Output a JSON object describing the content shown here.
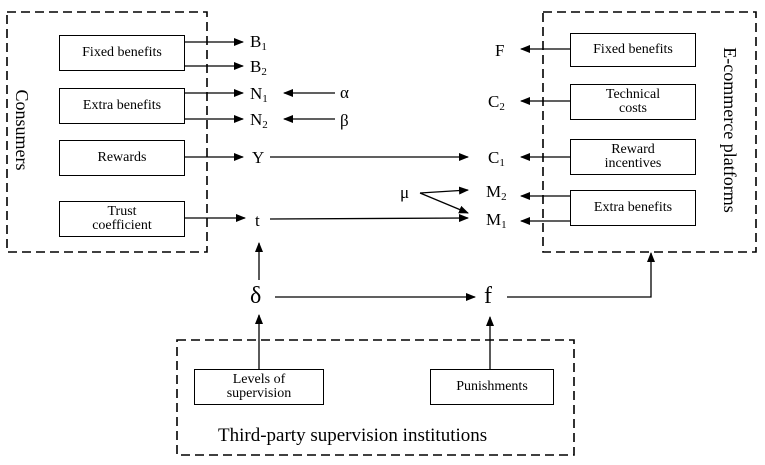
{
  "consumers": {
    "title": "Consumers",
    "boxes": {
      "fixed_benefits": "Fixed benefits",
      "extra_benefits": "Extra benefits",
      "rewards": "Rewards",
      "trust_line1": "Trust",
      "trust_line2": "coefficient"
    }
  },
  "platforms": {
    "title": "E-commerce platforms",
    "boxes": {
      "fixed_benefits": "Fixed benefits",
      "tech_line1": "Technical",
      "tech_line2": "costs",
      "reward_line1": "Reward",
      "reward_line2": "incentives",
      "extra_benefits": "Extra benefits"
    }
  },
  "supervision": {
    "title": "Third-party supervision institutions",
    "boxes": {
      "levels_line1": "Levels of",
      "levels_line2": "supervision",
      "punishments": "Punishments"
    }
  },
  "variables": {
    "B1": {
      "base": "B",
      "sub": "1"
    },
    "B2": {
      "base": "B",
      "sub": "2"
    },
    "N1": {
      "base": "N",
      "sub": "1"
    },
    "N2": {
      "base": "N",
      "sub": "2"
    },
    "Y": {
      "base": "Y"
    },
    "t": {
      "base": "t"
    },
    "F": {
      "base": "F"
    },
    "C2": {
      "base": "C",
      "sub": "2"
    },
    "C1": {
      "base": "C",
      "sub": "1"
    },
    "M2": {
      "base": "M",
      "sub": "2"
    },
    "M1": {
      "base": "M",
      "sub": "1"
    },
    "alpha": "α",
    "beta": "β",
    "mu": "μ",
    "delta": "δ",
    "f": "f"
  }
}
